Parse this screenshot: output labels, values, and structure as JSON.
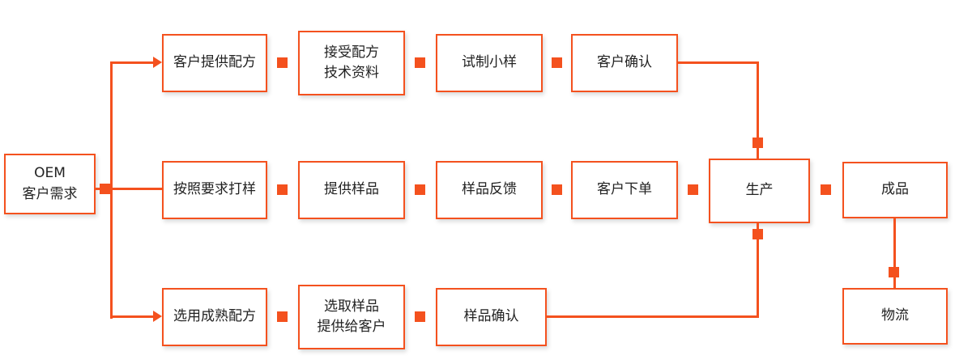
{
  "colors": {
    "accent": "#F4511E",
    "text": "#222222"
  },
  "nodes": {
    "oem": "OEM\n客户需求",
    "row1": [
      "客户提供配方",
      "接受配方\n技术资料",
      "试制小样",
      "客户确认"
    ],
    "row2": [
      "按照要求打样",
      "提供样品",
      "样品反馈",
      "客户下单",
      "生产",
      "成品"
    ],
    "row3": [
      "选用成熟配方",
      "选取样品\n提供给客户",
      "样品确认"
    ],
    "logistics": "物流"
  }
}
